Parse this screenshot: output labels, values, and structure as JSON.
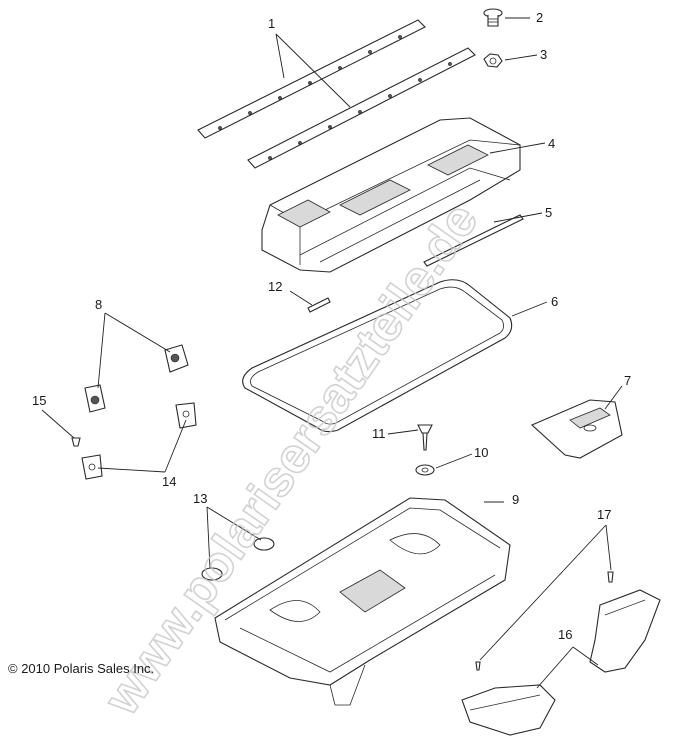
{
  "callouts": [
    "1",
    "2",
    "3",
    "4",
    "5",
    "6",
    "7",
    "8",
    "9",
    "10",
    "11",
    "12",
    "13",
    "14",
    "15",
    "16",
    "17"
  ],
  "copyright": "© 2010 Polaris Sales Inc.",
  "watermark": "www.polarisersatzteile.de",
  "colors": {
    "line": "#222222",
    "watermark": "#c8c8c8"
  }
}
